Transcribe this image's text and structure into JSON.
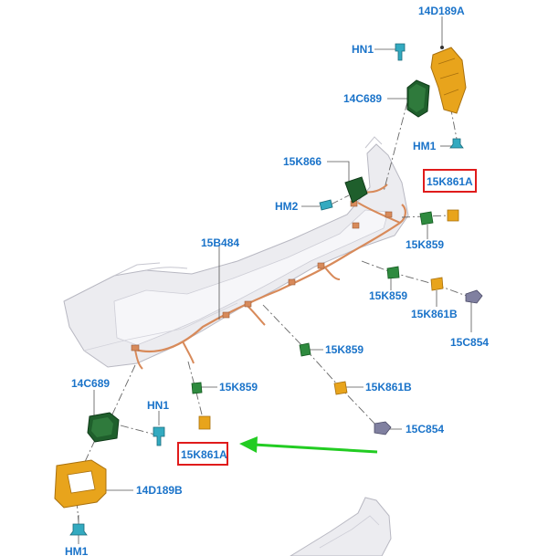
{
  "colors": {
    "label": "#1a73c9",
    "highlight_box": "#e01b1b",
    "arrow": "#22cc22",
    "harness": "#d88a5a",
    "bumper_fill": "#ececf0",
    "bumper_stroke": "#b8b8c2",
    "leader": "#555555",
    "bracket": "#e8a41c",
    "module": "#1f5f2c",
    "clip": "#33aac0",
    "sensor_gray": "#6a6a80"
  },
  "labels": {
    "bracket_top": "14D189A",
    "hn1_top": "HN1",
    "module_top": "14C689",
    "hm1_top": "HM1",
    "harness_clip": "15K866",
    "sensor_top_highlight": "15K861A",
    "hm2": "HM2",
    "harness": "15B484",
    "connector_right_upper": "15K859",
    "connector_right_mid": "15K859",
    "sensor_right_mid": "15K861B",
    "gray_sensor_right": "15C854",
    "connector_center": "15K859",
    "module_left": "14C689",
    "hn1_left": "HN1",
    "connector_lower_left": "15K859",
    "sensor_lower_right": "15K861B",
    "gray_sensor_lower": "15C854",
    "sensor_bottom_highlight": "15K861A",
    "bracket_left": "14D189B",
    "hm1_bottom": "HM1"
  },
  "icons": {
    "bracket": "bracket-icon",
    "module": "module-icon",
    "clip": "clip-icon",
    "sensor": "sensor-icon",
    "connector": "connector-icon",
    "pointer": "arrow-icon"
  }
}
